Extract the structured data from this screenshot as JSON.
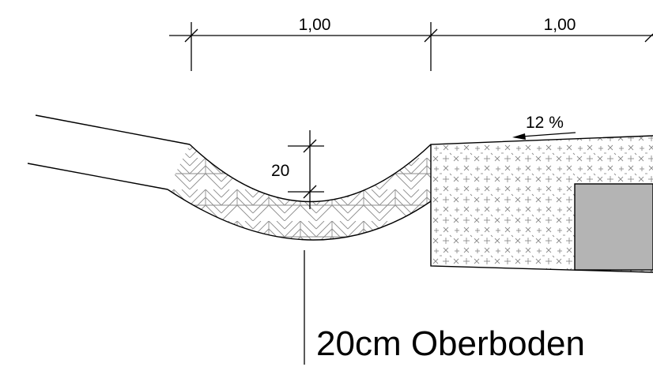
{
  "dimensions": {
    "span_left": "1,00",
    "span_right": "1,00",
    "depth": "20"
  },
  "slope": {
    "label": "12 %"
  },
  "callout": {
    "text": "20cm Oberboden"
  },
  "colors": {
    "line": "#000000",
    "hatch": "#8c8c8c",
    "fill_block": "#b4b4b4"
  }
}
